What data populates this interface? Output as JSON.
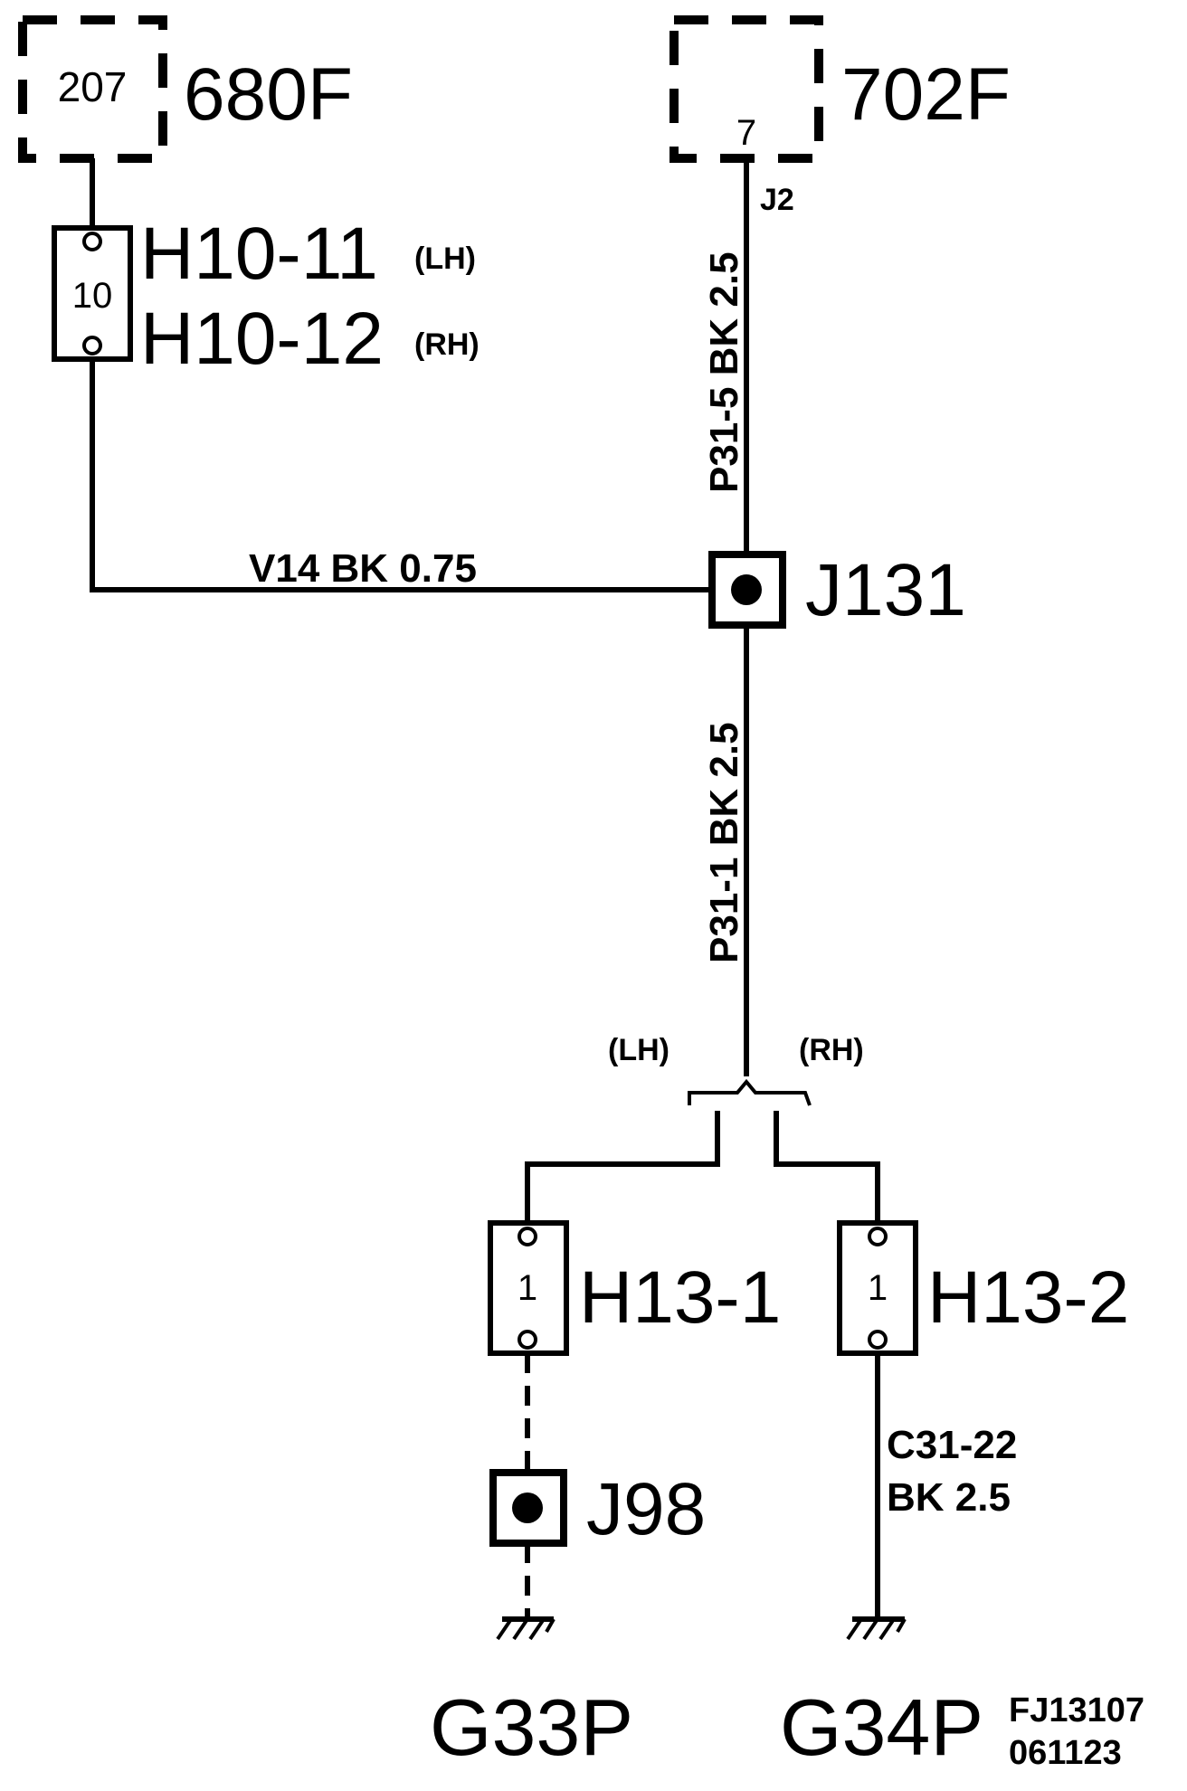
{
  "components": {
    "c680f": {
      "pin": "207",
      "label": "680F"
    },
    "c702f": {
      "pin": "7",
      "label": "702F",
      "sub": "J2"
    },
    "h10": {
      "pin": "10",
      "label_lh": "H10-11",
      "tag_lh": "(LH)",
      "label_rh": "H10-12",
      "tag_rh": "(RH)"
    },
    "j131": {
      "label": "J131"
    },
    "h13_1": {
      "pin": "1",
      "label": "H13-1"
    },
    "h13_2": {
      "pin": "1",
      "label": "H13-2"
    },
    "j98": {
      "label": "J98"
    },
    "g33p": {
      "label": "G33P"
    },
    "g34p": {
      "label": "G34P"
    }
  },
  "wires": {
    "v14": "V14  BK  0.75",
    "p31_5": "P31-5  BK  2.5",
    "p31_1": "P31-1  BK  2.5",
    "c31_22_line1": "C31-22",
    "c31_22_line2": "BK  2.5"
  },
  "branch_tags": {
    "lh": "(LH)",
    "rh": "(RH)"
  },
  "figure_id": {
    "line1": "FJ13107",
    "line2": "061123"
  }
}
